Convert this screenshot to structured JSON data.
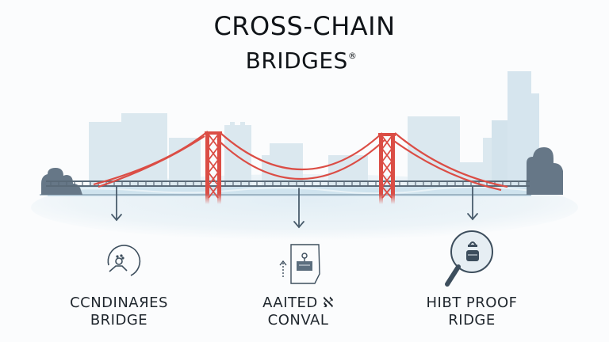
{
  "title": {
    "line1": "CROSS-CHAIN",
    "line2": "BRIDGES",
    "mark": "®"
  },
  "colors": {
    "background": "#fbfcfd",
    "bridge_red": "#db4d45",
    "deck": "#5a6a78",
    "buildings": "#dbe8ef",
    "water": "#cfe3ee",
    "trees": "#667787",
    "icon_stroke": "#3d4e5d",
    "text": "#1f262d"
  },
  "illustration": {
    "bridge_towers": 2,
    "connector_arrows": 3
  },
  "features": [
    {
      "icon": "person-in-circle-icon",
      "line1": "CCNDINAЯES",
      "line2": "BRIDGE"
    },
    {
      "icon": "document-upload-icon",
      "line1": "AAITED ℵ",
      "line2": "CONVAL"
    },
    {
      "icon": "magnifying-glass-icon",
      "line1": "HIBT PROOF",
      "line2": "RIDGE"
    }
  ]
}
